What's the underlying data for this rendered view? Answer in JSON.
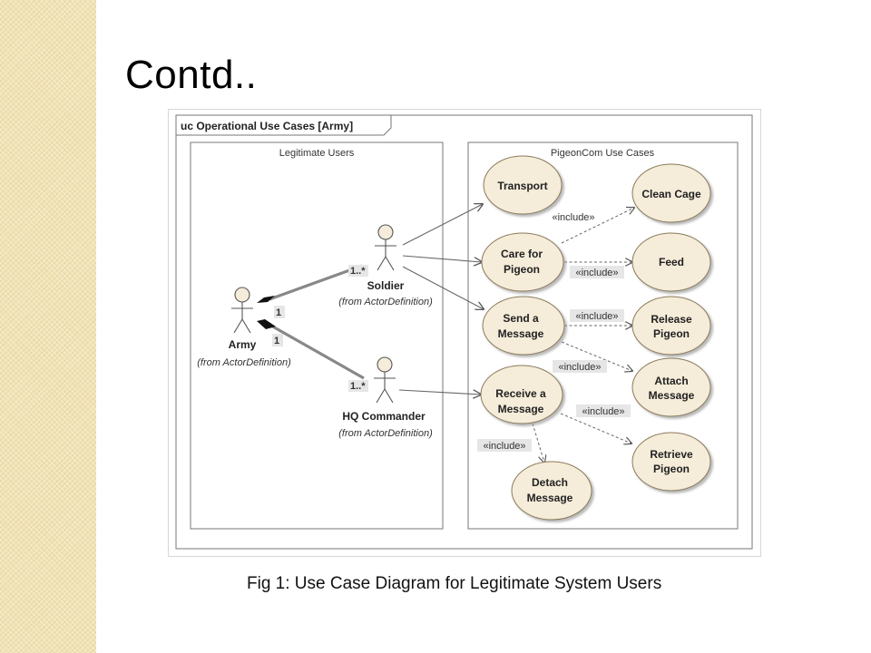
{
  "slide": {
    "title": "Contd..",
    "caption": "Fig 1: Use Case Diagram for Legitimate System Users"
  },
  "diagram": {
    "frame_label": "uc Operational Use Cases [Army]",
    "boundaries": {
      "actors": "Legitimate Users",
      "use_cases": "PigeonCom Use Cases"
    },
    "actors": {
      "army": {
        "name": "Army",
        "stereotype": "(from ActorDefinition)"
      },
      "soldier": {
        "name": "Soldier",
        "stereotype": "(from ActorDefinition)"
      },
      "commander": {
        "name": "HQ Commander",
        "stereotype": "(from ActorDefinition)"
      }
    },
    "multiplicities": {
      "soldier_end": "1..*",
      "army_soldier_end": "1",
      "army_commander_end": "1",
      "commander_end": "1..*"
    },
    "use_cases": {
      "transport": [
        "Transport"
      ],
      "care": [
        "Care for",
        "Pigeon"
      ],
      "send": [
        "Send a",
        "Message"
      ],
      "receive": [
        "Receive a",
        "Message"
      ],
      "detach": [
        "Detach",
        "Message"
      ],
      "clean": [
        "Clean Cage"
      ],
      "feed": [
        "Feed"
      ],
      "release": [
        "Release",
        "Pigeon"
      ],
      "attach": [
        "Attach",
        "Message"
      ],
      "retrieve": [
        "Retrieve",
        "Pigeon"
      ]
    },
    "include_label": "«include»",
    "colors": {
      "usecase_fill": "#f5ecd9",
      "usecase_stroke": "#8a7a5a",
      "include_bg": "#e6e6e6",
      "side_stripe": "#f1e3b6"
    }
  }
}
